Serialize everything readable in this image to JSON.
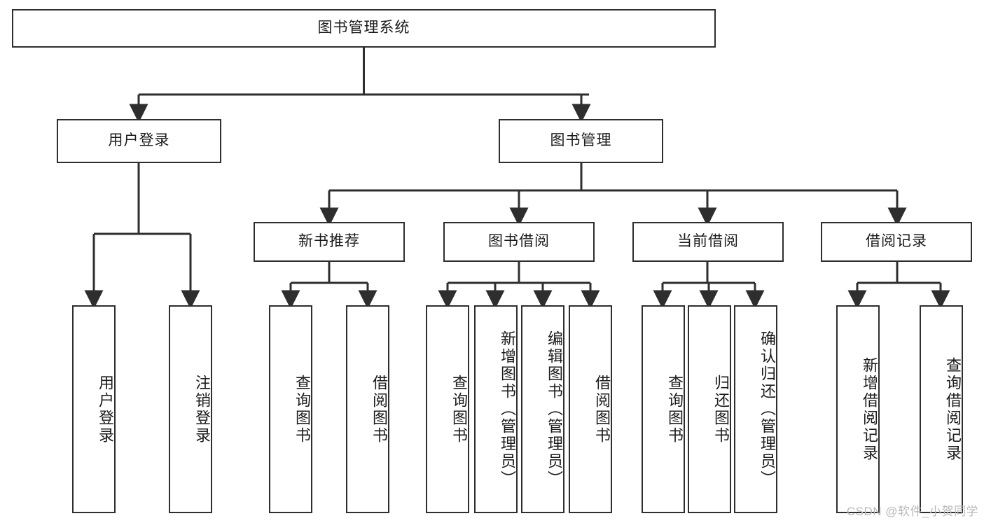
{
  "diagram": {
    "title": "图书管理系统",
    "watermark": "CSDN @软件_小贺同学",
    "stroke_color": "#2e2e2e",
    "background_color": "#ffffff",
    "text_color": "#1b1b1b",
    "watermark_color": "#b9b9b9",
    "levels": {
      "root": {
        "label": "图书管理系统"
      },
      "level2": [
        {
          "label": "用户登录"
        },
        {
          "label": "图书管理"
        }
      ],
      "level3": [
        {
          "label": "新书推荐"
        },
        {
          "label": "图书借阅"
        },
        {
          "label": "当前借阅"
        },
        {
          "label": "借阅记录"
        }
      ],
      "leaves": {
        "user_login": [
          {
            "label": "用户登录"
          },
          {
            "label": "注销登录"
          }
        ],
        "new_book_recommend": [
          {
            "label": "查询图书"
          },
          {
            "label": "借阅图书"
          }
        ],
        "book_borrow": [
          {
            "label": "查询图书"
          },
          {
            "label": "新增图书（管理员）"
          },
          {
            "label": "编辑图书（管理员）"
          },
          {
            "label": "借阅图书"
          }
        ],
        "current_borrow": [
          {
            "label": "查询图书"
          },
          {
            "label": "归还图书"
          },
          {
            "label": "确认归还（管理员）"
          }
        ],
        "borrow_record": [
          {
            "label": "新增借阅记录"
          },
          {
            "label": "查询借阅记录"
          }
        ]
      }
    }
  }
}
